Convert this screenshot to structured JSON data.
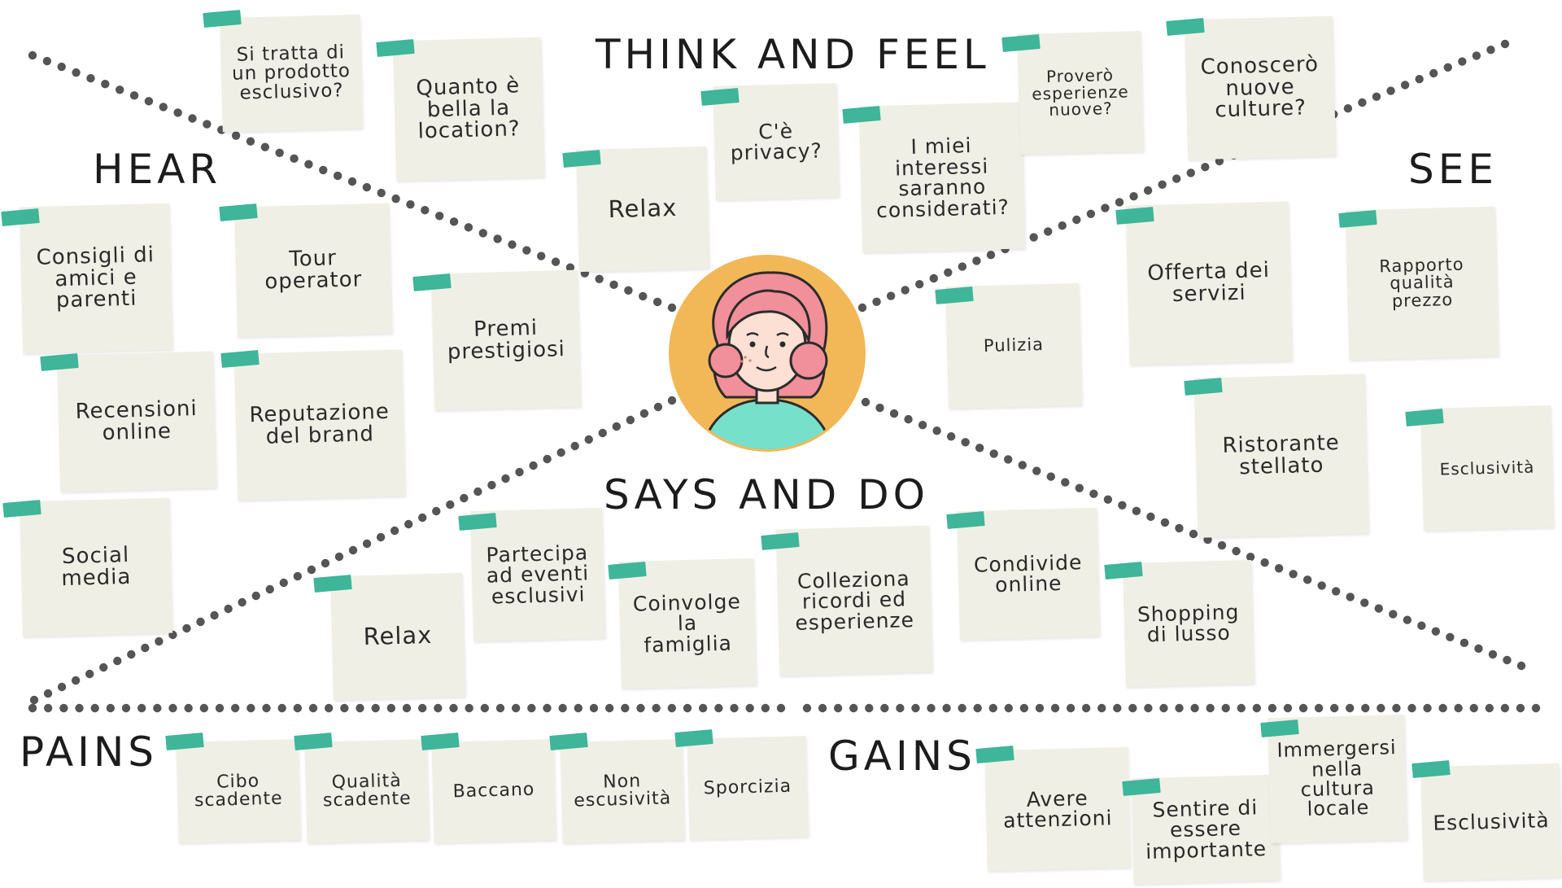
{
  "colors": {
    "note_background": "#f0efe6",
    "tape": "#3fb59a",
    "dots": "#555555",
    "avatar_background": "#f2b858",
    "hair": "#f1909a",
    "skin": "#fbe0d3",
    "shirt": "#76e0cb"
  },
  "headings": {
    "think_and_feel": "THINK AND FEEL",
    "hear": "HEAR",
    "see": "SEE",
    "says_and_do": "SAYS AND DO",
    "pains": "PAINS",
    "gains": "GAINS"
  },
  "think_and_feel": [
    "Si tratta di\nun prodotto\nesclusivo?",
    "Quanto è\nbella la\nlocation?",
    "Relax",
    "C'è\nprivacy?",
    "I miei\ninteressi\nsaranno\nconsiderati?",
    "Proverò\nesperienze\nnuove?",
    "Conoscerò\nnuove\nculture?"
  ],
  "hear": [
    "Consigli di\namici e\nparenti",
    "Tour\noperator",
    "Premi\nprestigiosi",
    "Recensioni\nonline",
    "Reputazione\ndel brand",
    "Social\nmedia"
  ],
  "see": [
    "Pulizia",
    "Offerta dei\nservizi",
    "Rapporto\nqualità\nprezzo",
    "Ristorante\nstellato",
    "Esclusività"
  ],
  "says_and_do": [
    "Relax",
    "Partecipa\nad eventi\nesclusivi",
    "Coinvolge\nla\nfamiglia",
    "Colleziona\nricordi ed\nesperienze",
    "Condivide\nonline",
    "Shopping\ndi lusso"
  ],
  "pains": [
    "Cibo\nscadente",
    "Qualità\nscadente",
    "Baccano",
    "Non\nescusività",
    "Sporcizia"
  ],
  "gains": [
    "Avere\nattenzioni",
    "Sentire di\nessere\nimportante",
    "Immergersi\nnella\ncultura\nlocale",
    "Esclusività"
  ]
}
